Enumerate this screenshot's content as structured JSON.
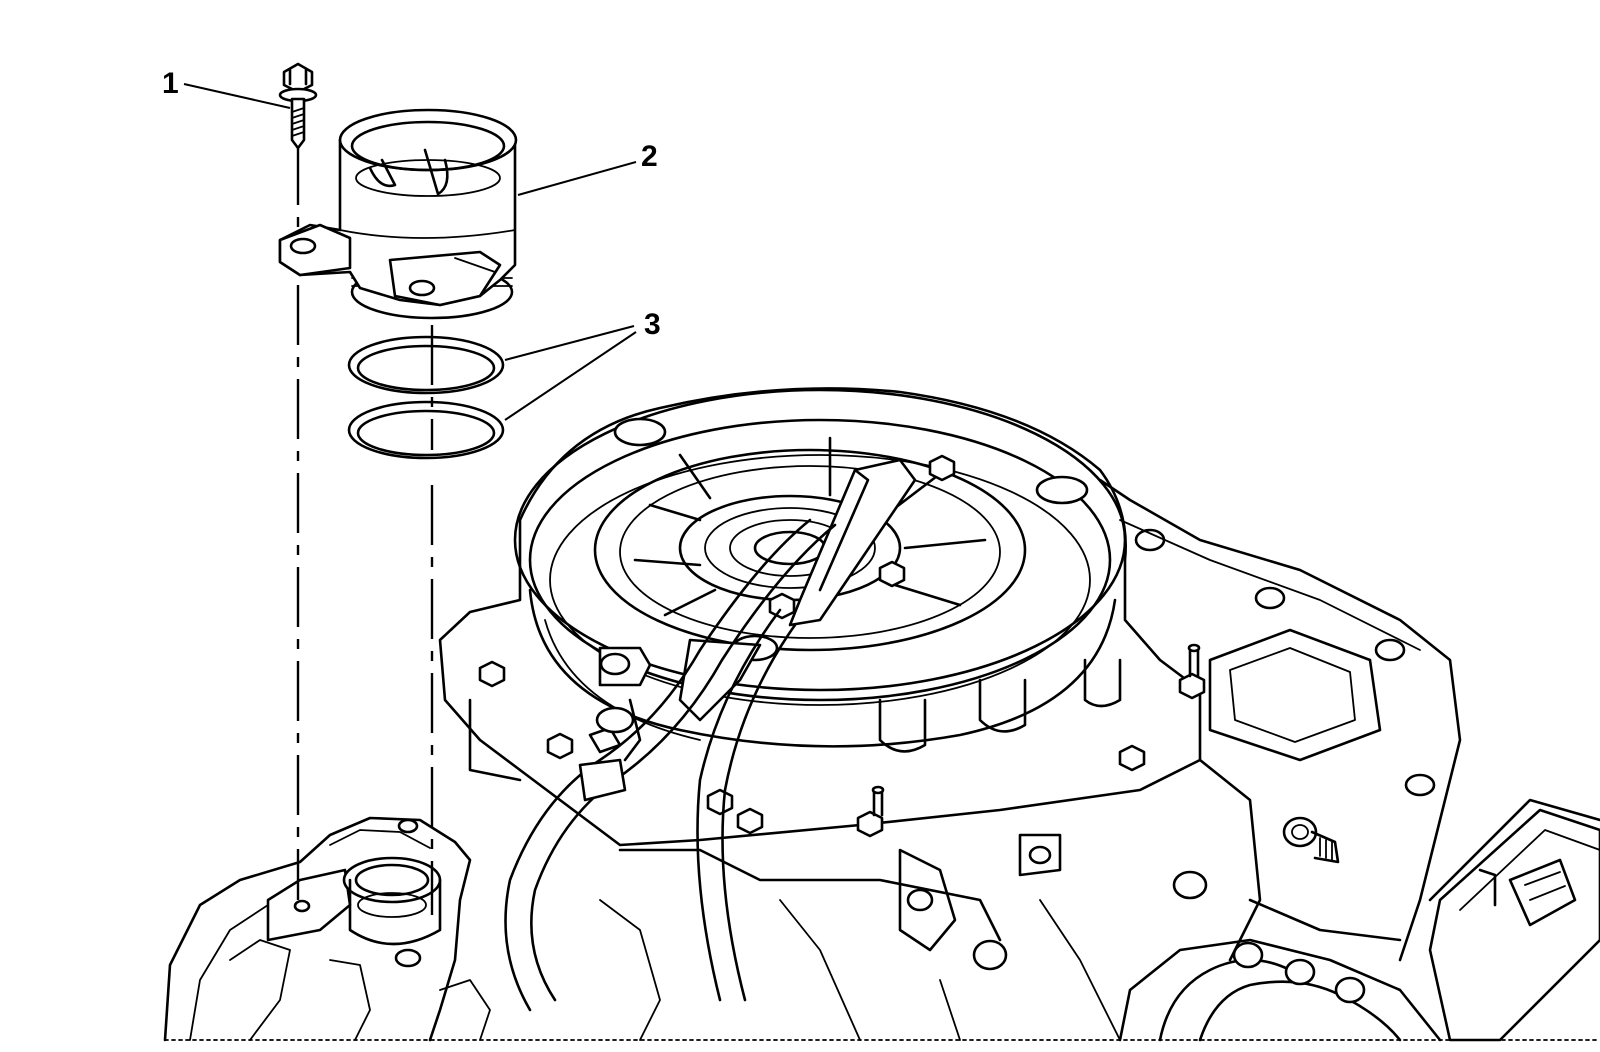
{
  "callouts": [
    {
      "label": "1",
      "part": "bolt"
    },
    {
      "label": "2",
      "part": "housing"
    },
    {
      "label": "3",
      "part": "seals"
    }
  ],
  "colors": {
    "line": "#000000",
    "background": "#ffffff"
  }
}
